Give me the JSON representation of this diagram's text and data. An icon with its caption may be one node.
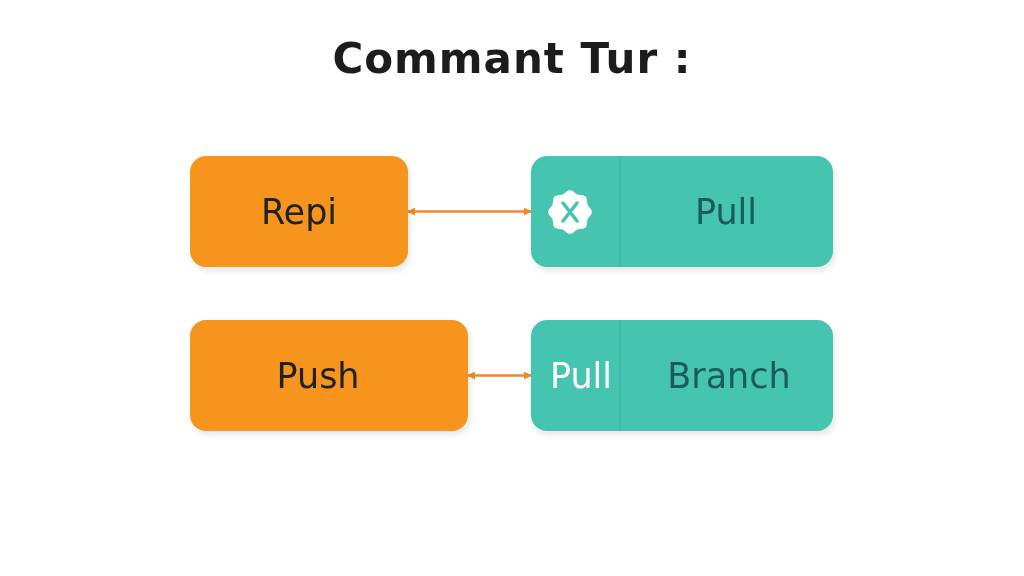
{
  "diagram": {
    "title": "Commant Tur :",
    "nodes": [
      {
        "text": [
          "Repi"
        ]
      },
      {
        "text": [
          "Pull"
        ]
      },
      {
        "text": [
          "Push"
        ]
      },
      {
        "text": [
          "Pull",
          "Branch"
        ]
      }
    ],
    "edges": [
      {
        "from": 0,
        "to": 1,
        "arrow": "both"
      },
      {
        "from": 2,
        "to": 3,
        "arrow": "both"
      }
    ]
  }
}
